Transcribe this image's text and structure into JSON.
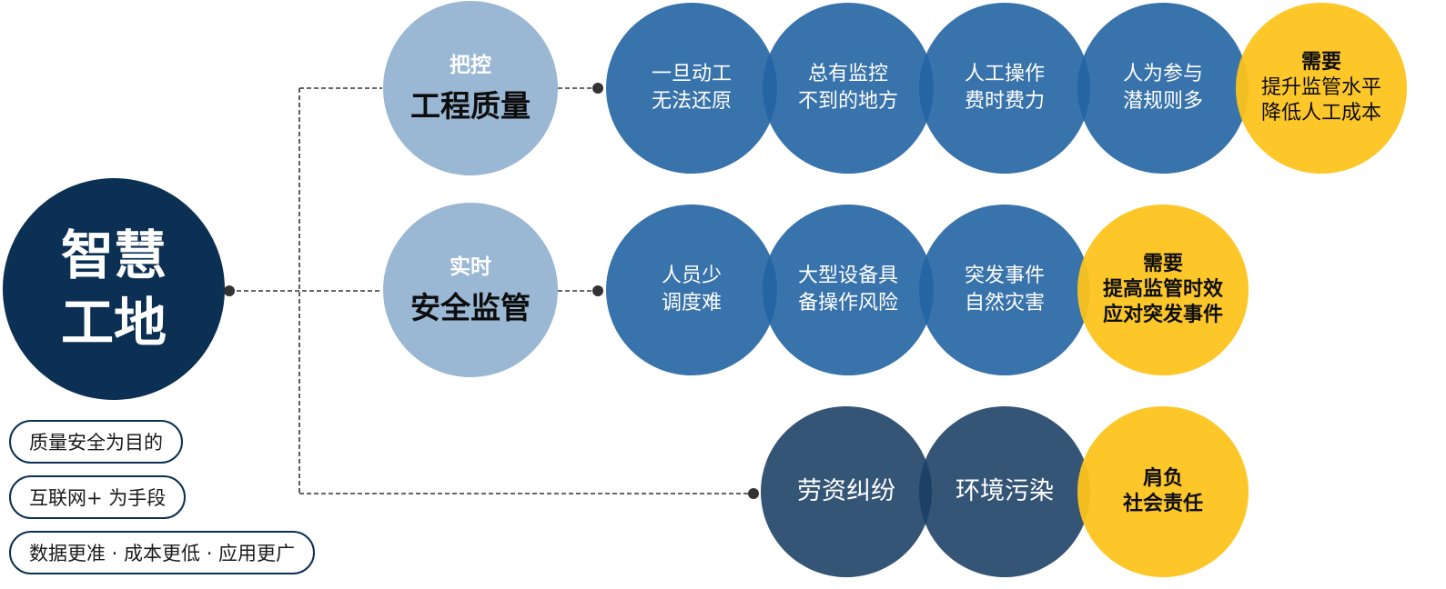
{
  "hub": {
    "line1": "智慧",
    "line2": "工地"
  },
  "categories": [
    {
      "small": "把控",
      "big": "工程质量"
    },
    {
      "small": "实时",
      "big": "安全监管"
    }
  ],
  "rows": [
    {
      "pains": [
        {
          "line1": "一旦动工",
          "line2": "无法还原"
        },
        {
          "line1": "总有监控",
          "line2": "不到的地方"
        },
        {
          "line1": "人工操作",
          "line2": "费时费力"
        },
        {
          "line1": "人为参与",
          "line2": "潜规则多"
        }
      ],
      "need": {
        "line1": "需要",
        "line2": "提升监管水平",
        "line3": "降低人工成本"
      }
    },
    {
      "pains": [
        {
          "line1": "人员少",
          "line2": "调度难"
        },
        {
          "line1": "大型设备具",
          "line2": "备操作风险"
        },
        {
          "line1": "突发事件",
          "line2": "自然灾害"
        }
      ],
      "need": {
        "line1": "需要",
        "line2": "提高监管时效",
        "line3": "应对突发事件"
      }
    },
    {
      "pains": [
        {
          "line1": "劳资纠纷"
        },
        {
          "line1": "环境污染"
        }
      ],
      "need": {
        "line1": "肩负",
        "line2": "社会责任"
      }
    }
  ],
  "pills": [
    "质量安全为目的",
    "互联网+ 为手段",
    "数据更准 · 成本更低 · 应用更广"
  ],
  "colors": {
    "hub": "#0b3054",
    "category": "#9ab7d4",
    "pain": "#2464a2",
    "pain_dark": "#193e64",
    "need": "#fdc41c",
    "connector": "#333333"
  }
}
